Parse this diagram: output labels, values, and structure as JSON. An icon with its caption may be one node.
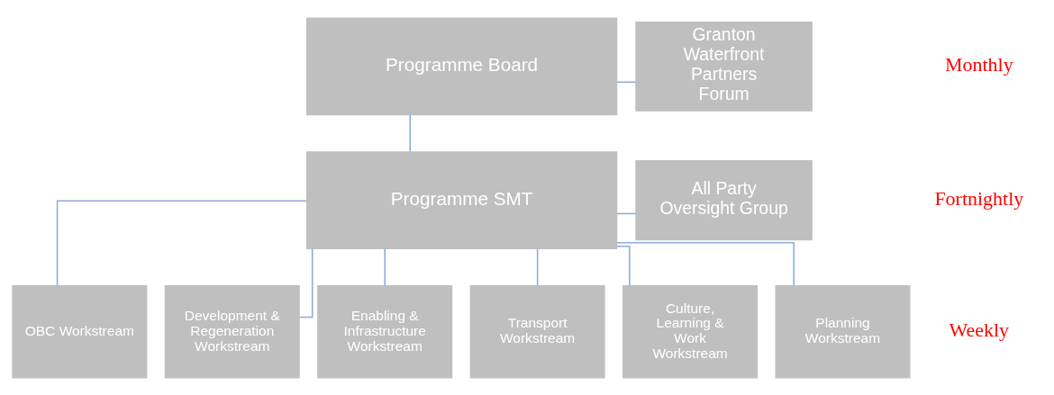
{
  "diagram": {
    "nodes": [
      {
        "text": [
          "Programme Board"
        ]
      },
      {
        "text": [
          "Granton Waterfront Partners Forum"
        ]
      },
      {
        "text": [
          "Programme SMT"
        ]
      },
      {
        "text": [
          "All Party Oversight Group"
        ]
      },
      {
        "text": [
          "OBC Workstream"
        ]
      },
      {
        "text": [
          "Development & Regeneration Workstream"
        ]
      },
      {
        "text": [
          "Enabling & Infrastructure Workstream"
        ]
      },
      {
        "text": [
          "Transport Workstream"
        ]
      },
      {
        "text": [
          "Culture, Learning & Work Workstream"
        ]
      },
      {
        "text": [
          "Planning Workstream"
        ]
      }
    ],
    "edges": [
      {
        "from": 0,
        "to": 1,
        "arrow": "none"
      },
      {
        "from": 0,
        "to": 2,
        "arrow": "none"
      },
      {
        "from": 2,
        "to": 3,
        "arrow": "none"
      },
      {
        "from": 2,
        "to": 4,
        "arrow": "none"
      },
      {
        "from": 2,
        "to": 5,
        "arrow": "none"
      },
      {
        "from": 2,
        "to": 6,
        "arrow": "none"
      },
      {
        "from": 2,
        "to": 7,
        "arrow": "none"
      },
      {
        "from": 2,
        "to": 8,
        "arrow": "none"
      },
      {
        "from": 2,
        "to": 9,
        "arrow": "none"
      }
    ],
    "labels": [
      "Monthly",
      "Fortnightly",
      "Weekly"
    ]
  }
}
